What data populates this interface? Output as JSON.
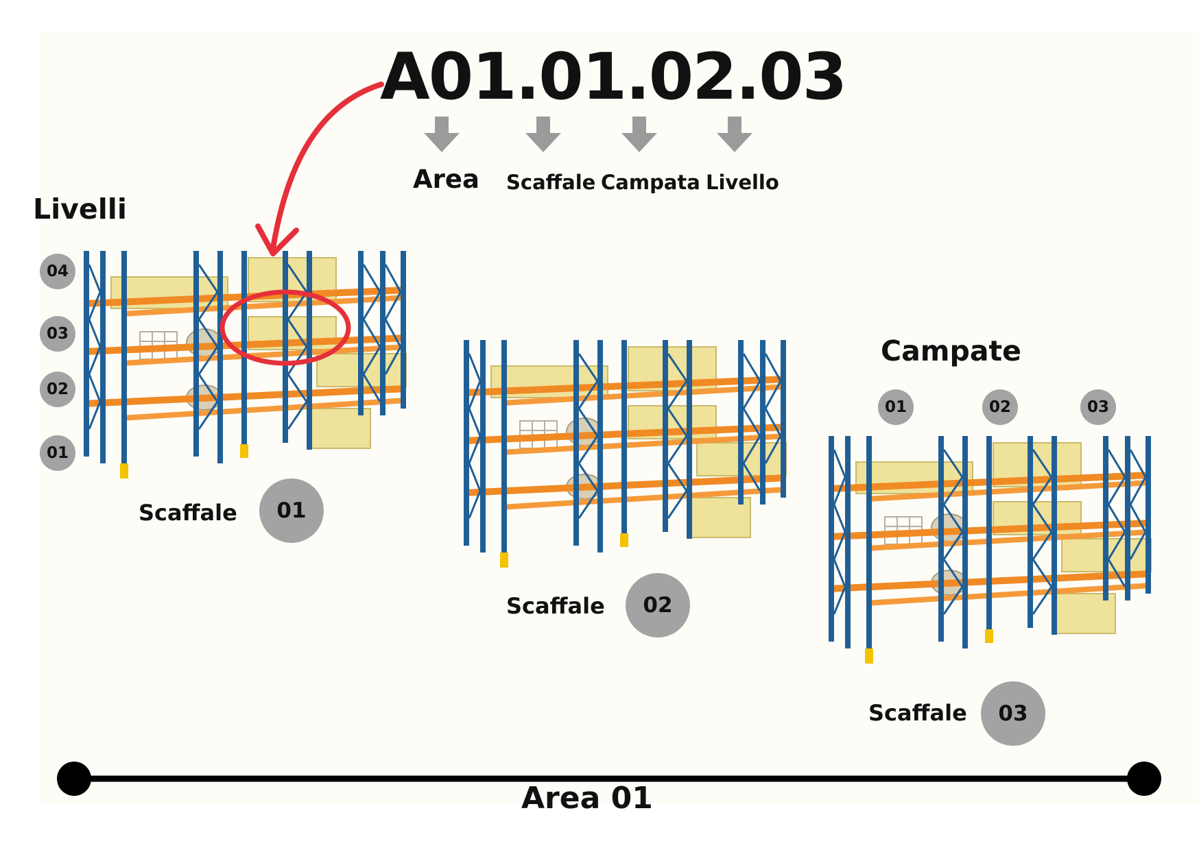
{
  "code": "A01.01.02.03",
  "segments": [
    {
      "label": "Area"
    },
    {
      "label": "Scaffale"
    },
    {
      "label": "Campata"
    },
    {
      "label": "Livello"
    }
  ],
  "levels": {
    "title": "Livelli",
    "items": [
      "04",
      "03",
      "02",
      "01"
    ]
  },
  "bays": {
    "title": "Campate",
    "items": [
      "01",
      "02",
      "03"
    ]
  },
  "shelves": [
    {
      "label": "Scaffale",
      "number": "01"
    },
    {
      "label": "Scaffale",
      "number": "02"
    },
    {
      "label": "Scaffale",
      "number": "03"
    }
  ],
  "area": {
    "label": "Area 01"
  },
  "colors": {
    "upright": "#1f5f96",
    "beam": "#f08a24",
    "box": "#efe29a",
    "highlight": "#e5303a",
    "badge": "#a3a3a3",
    "arrow": "#9b9b9b"
  }
}
